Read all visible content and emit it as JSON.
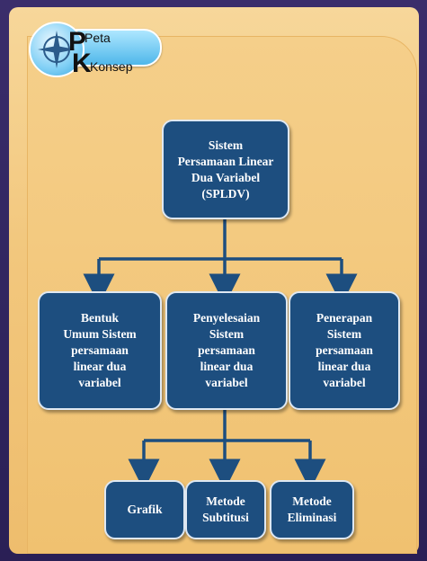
{
  "badge": {
    "line1": "Peta",
    "line2": "Konsep"
  },
  "root": {
    "label": "Sistem\nPersamaan Linear\nDua Variabel\n(SPLDV)"
  },
  "level2": [
    {
      "label": "Bentuk\nUmum Sistem\npersamaan\nlinear dua\nvariabel"
    },
    {
      "label": "Penyelesaian\nSistem\npersamaan\nlinear dua\nvariabel"
    },
    {
      "label": "Penerapan\nSistem\npersamaan\nlinear dua\nvariabel"
    }
  ],
  "level3": [
    {
      "label": "Grafik"
    },
    {
      "label": "Metode\nSubtitusi"
    },
    {
      "label": "Metode\nEliminasi"
    }
  ],
  "colors": {
    "node_fill": "#1d4e7f",
    "connector": "#1d4e7f",
    "background": "#f2c77d"
  }
}
